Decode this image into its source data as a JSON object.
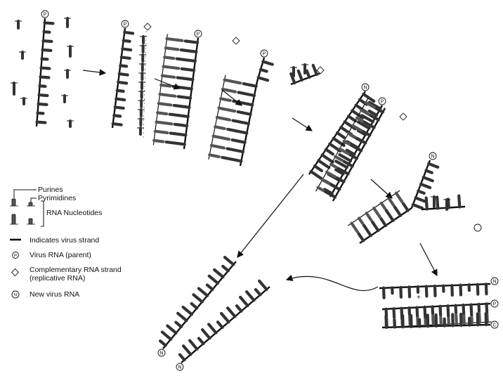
{
  "legend": {
    "purines": "Purines",
    "pyrimidines": "Pyrimidines",
    "rna_nucleotides": "RNA Nucleotides",
    "virus_strand": "Indicates virus strand",
    "virus_rna_parent": "Virus RNA (parent)",
    "complementary_line1": "Complementary RNA strand",
    "complementary_line2": "(replicative RNA)",
    "new_virus_rna": "New virus RNA"
  },
  "strand_marks": {
    "parent": "P",
    "new": "N",
    "complementary": "C",
    "plus": "+"
  }
}
